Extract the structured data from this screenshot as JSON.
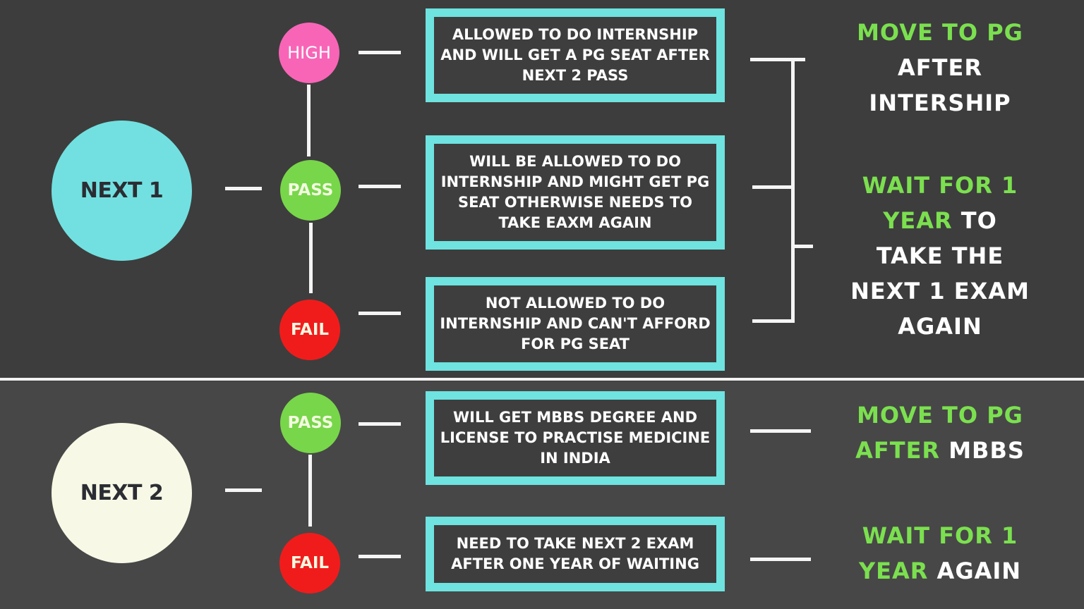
{
  "colors": {
    "background_top": "#3d3d3d",
    "background_bottom": "#474747",
    "next1_circle": "#72e0e0",
    "next2_circle": "#f7f8e6",
    "high": "#f865b7",
    "pass": "#78d64a",
    "fail": "#f01c1c",
    "box_border": "#6ee3e0",
    "highlight_green": "#7be04f",
    "lines": "#f5f5f5"
  },
  "next1": {
    "label": "NEXT 1",
    "results": [
      {
        "label": "HIGH",
        "description": "ALLOWED TO DO INTERNSHIP AND WILL GET A PG SEAT AFTER NEXT 2 PASS"
      },
      {
        "label": "PASS",
        "description": "WILL BE ALLOWED TO DO INTERNSHIP AND MIGHT GET PG SEAT OTHERWISE NEEDS TO TAKE EAXM AGAIN"
      },
      {
        "label": "FAIL",
        "description": "NOT ALLOWED TO DO INTERNSHIP AND CAN'T AFFORD FOR PG SEAT"
      }
    ],
    "outcomes": [
      {
        "lines": [
          {
            "green": "MOVE TO PG",
            "white": ""
          },
          {
            "green": "",
            "white": "AFTER"
          },
          {
            "green": "",
            "white": "INTERSHIP"
          }
        ]
      },
      {
        "lines": [
          {
            "green": "WAIT FOR 1",
            "white": ""
          },
          {
            "green": "YEAR",
            "white": " TO"
          },
          {
            "green": "",
            "white": "TAKE THE"
          },
          {
            "green": "",
            "white": "NEXT 1 EXAM"
          },
          {
            "green": "",
            "white": "AGAIN"
          }
        ]
      }
    ]
  },
  "next2": {
    "label": "NEXT 2",
    "results": [
      {
        "label": "PASS",
        "description": "WILL GET MBBS DEGREE AND LICENSE TO PRACTISE MEDICINE IN INDIA"
      },
      {
        "label": "FAIL",
        "description": "NEED TO TAKE NEXT 2 EXAM AFTER ONE YEAR OF WAITING"
      }
    ],
    "outcomes": [
      {
        "lines": [
          {
            "green": "MOVE TO PG",
            "white": ""
          },
          {
            "green": "AFTER",
            "white": " MBBS"
          }
        ]
      },
      {
        "lines": [
          {
            "green": "WAIT FOR 1",
            "white": ""
          },
          {
            "green": "YEAR",
            "white": " AGAIN"
          }
        ]
      }
    ]
  }
}
